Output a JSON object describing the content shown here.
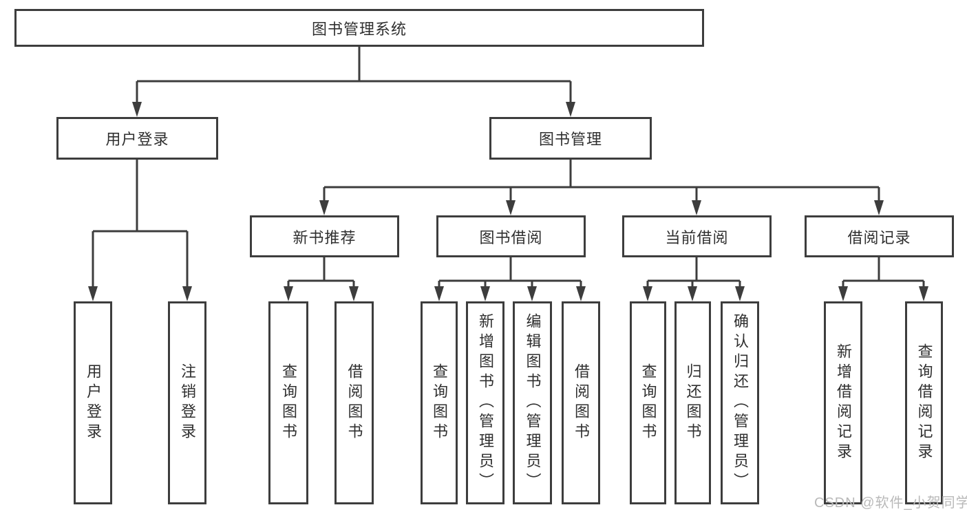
{
  "root_label": "图书管理系统",
  "level2": {
    "login": "用户登录",
    "book_mgmt": "图书管理"
  },
  "level3": {
    "new_books": "新书推荐",
    "book_borrow": "图书借阅",
    "current_borrow": "当前借阅",
    "borrow_records": "借阅记录"
  },
  "leaves": {
    "login": [
      "用户登录",
      "注销登录"
    ],
    "new_books": [
      "查询图书",
      "借阅图书"
    ],
    "book_borrow": [
      "查询图书",
      "新增图书（管理员）",
      "编辑图书（管理员）",
      "借阅图书"
    ],
    "current_borrow": [
      "查询图书",
      "归还图书",
      "确认归还（管理员）"
    ],
    "borrow_records": [
      "新增借阅记录",
      "查询借阅记录"
    ]
  },
  "watermark": {
    "text": "CSDN @软件_小贺同学",
    "color": "#b9b9b9"
  },
  "colors": {
    "line": "#3d3d3d",
    "text": "#2f2f2f",
    "background": "#ffffff"
  }
}
